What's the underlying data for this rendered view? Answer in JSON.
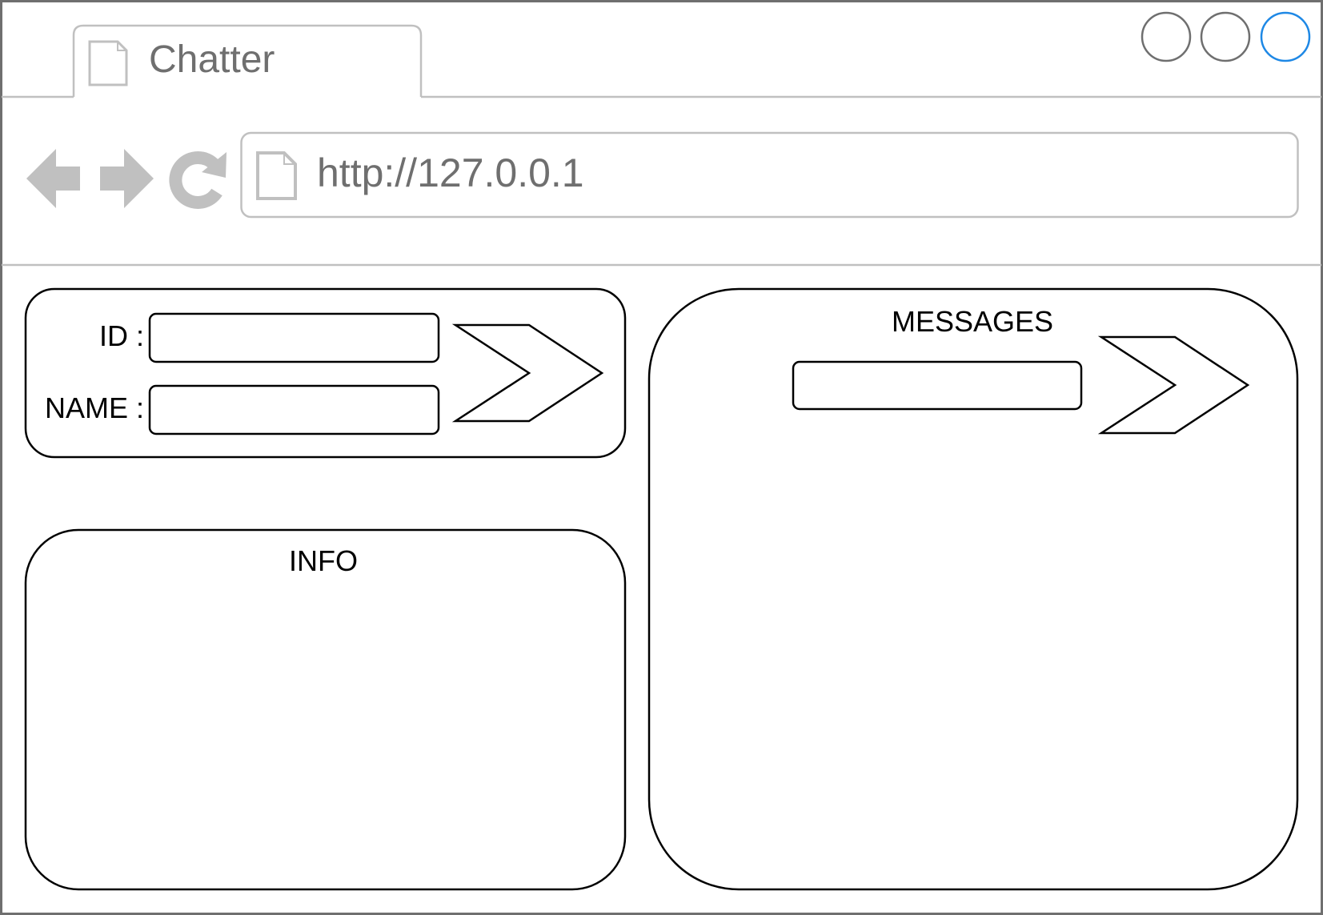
{
  "browser": {
    "tab": {
      "title": "Chatter",
      "icon": "page-icon"
    },
    "window_controls": [
      "minimize-control",
      "maximize-control",
      "close-control"
    ],
    "nav": {
      "back_icon": "back-arrow-icon",
      "forward_icon": "forward-arrow-icon",
      "reload_icon": "reload-icon"
    },
    "address": {
      "url": "http://127.0.0.1",
      "icon": "page-icon"
    }
  },
  "login": {
    "id_label": "ID :",
    "id_value": "",
    "name_label": "NAME :",
    "name_value": "",
    "submit_icon": "chevron-right-icon"
  },
  "info": {
    "title": "INFO"
  },
  "messages": {
    "title": "MESSAGES",
    "input_value": "",
    "send_icon": "chevron-right-icon"
  },
  "colors": {
    "chrome_gray": "#c0c0c0",
    "frame_gray": "#6f6f6f",
    "text_gray": "#6f6f6f",
    "active_blue": "#1e88e5",
    "ink": "#000000"
  }
}
